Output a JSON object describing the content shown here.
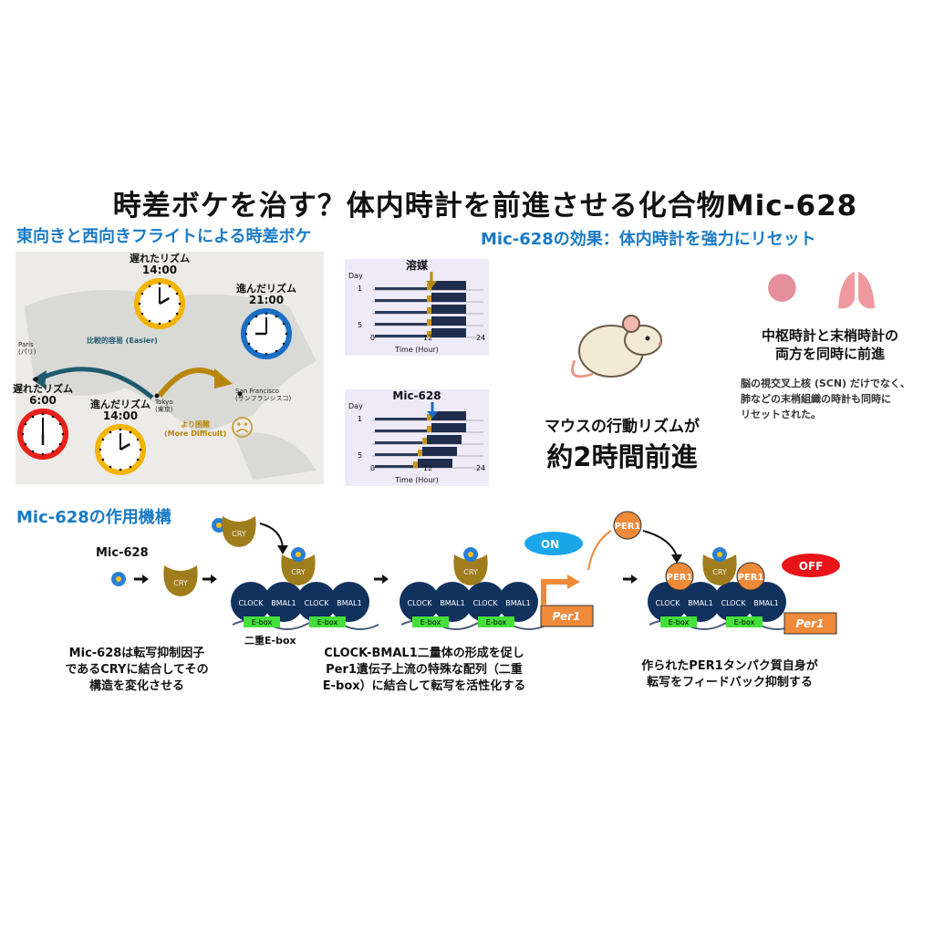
{
  "title": "時差ボケを治す？体内時計を前進させる化合物Mic-628",
  "left_panel": {
    "subtitle": "東向きと西向きフライトによる時差ボケ",
    "clocks": [
      {
        "label": "遅れたリズム",
        "time": "14:00",
        "color": "#f4b400"
      },
      {
        "label": "進んだリズム",
        "time": "21:00",
        "color": "#1a6fc4"
      },
      {
        "label": "遅れたリズム",
        "time": "6:00",
        "color": "#e8201a"
      },
      {
        "label": "進んだリズム",
        "time": "14:00",
        "color": "#f4b400"
      }
    ],
    "cities": {
      "paris": "Paris",
      "paris_jp": "(パリ)",
      "tokyo": "Tokyo",
      "tokyo_jp": "(東京)",
      "sf": "San Francisco",
      "sf_jp": "(サンフランシスコ)"
    },
    "west_label": "比較的容易 (Easier)",
    "east_label": "より困難",
    "east_label_en": "(More Difficult)"
  },
  "effect": {
    "subtitle": "Mic-628の効果：体内時計を強力にリセット",
    "actograms": [
      {
        "label": "溶媒",
        "arrow_color": "#b8860b"
      },
      {
        "label": "Mic-628",
        "arrow_color": "#1a6fc4"
      }
    ],
    "day_label": "Day",
    "day_ticks": [
      "1",
      "5"
    ],
    "x_ticks": [
      "0",
      "12",
      "24"
    ],
    "x_label": "Time (Hour)",
    "mouse_text": "マウスの行動リズムが",
    "mouse_big": "約2時間前進",
    "organ_head1": "中枢時計と末梢時計の",
    "organ_head2": "両方を同時に前進",
    "organ_body": [
      "脳の視交叉上核 (SCN) だけでなく、",
      "肺などの末梢組織の時計も同時に",
      "リセットされた。"
    ]
  },
  "mechanism": {
    "subtitle": "Mic-628の作用機構",
    "compound": "Mic-628",
    "cry": "CRY",
    "clock": "CLOCK",
    "bmal1": "BMAL1",
    "ebox": "E-box",
    "double_ebox": "二重E-box",
    "per1_gene": "Per1",
    "per1_protein": "PER1",
    "on": "ON",
    "off": "OFF",
    "captions": [
      [
        "Mic-628は転写抑制因子",
        "であるCRYに結合してその",
        "構造を変化させる"
      ],
      [
        "CLOCK-BMAL1二量体の形成を促し",
        "Per1遺伝子上流の特殊な配列（二重",
        "E-box）に結合して転写を活性化する"
      ],
      [
        "作られたPER1タンパク質自身が",
        "転写をフィードバック抑制する"
      ]
    ]
  }
}
